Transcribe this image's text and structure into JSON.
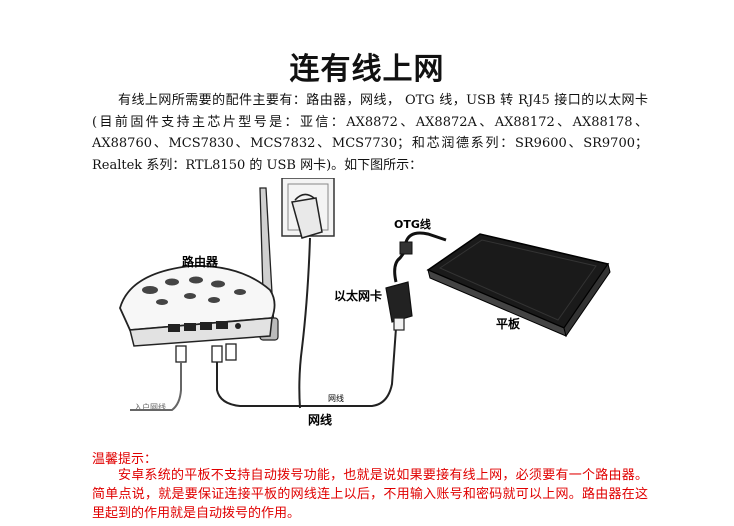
{
  "title": "连有线上网",
  "intro": "有线上网所需要的配件主要有：路由器，网线， OTG 线，USB 转 RJ45 接口的以太网卡(目前固件支持主芯片型号是：亚信：AX8872、AX8872A、AX88172、AX88178、AX88760、MCS7830、MCS7832、MCS7730；和芯润德系列：SR9600、SR9700；Realtek 系列：RTL8150 的 USB 网卡)。如下图所示：",
  "figure": {
    "router_label": "路由器",
    "otg_label": "OTG线",
    "ethernet_label": "以太网卡",
    "tablet_label": "平板",
    "cable_label": "网线",
    "cable_small_label": "网线",
    "inbound_label": "入户网线"
  },
  "tip": {
    "heading": "温馨提示：",
    "body": "安卓系统的平板不支持自动拨号功能，也就是说如果要接有线上网，必须要有一个路由器。简单点说，就是要保证连接平板的网线连上以后，不用输入账号和密码就可以上网。路由器在这里起到的作用就是自动拨号的作用。"
  }
}
